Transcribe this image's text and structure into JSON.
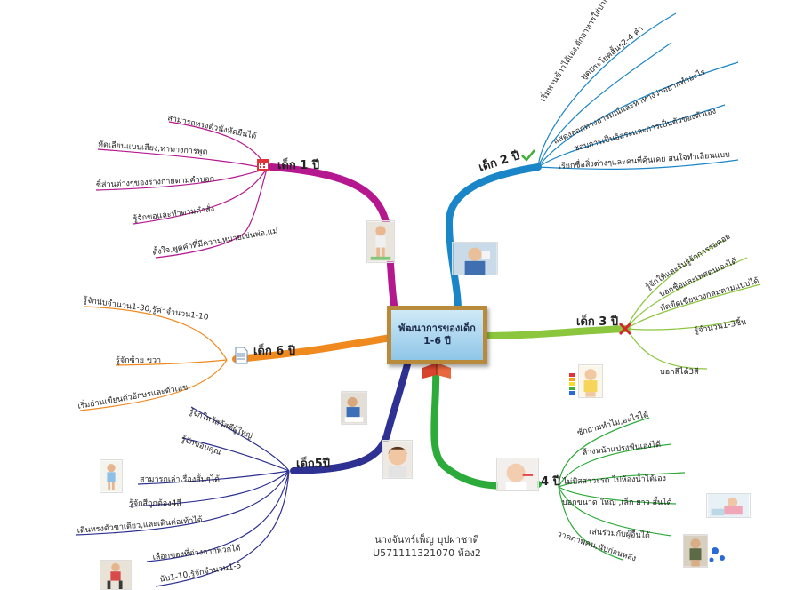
{
  "center": {
    "line1": "พัฒนาการของเด็ก",
    "line2": "1-6 ปี"
  },
  "author": {
    "name": "นางจันทร์เพ็ญ บุปผาชาติ",
    "id": "U571111321070 ห้อง2"
  },
  "branches": {
    "age1": {
      "title": "เด็ก 1 ปี",
      "color": "#b5178f",
      "items": [
        "สามารถทรงตัวนั่งหัดยืนได้",
        "หัดเลียนแบบเสียง,ท่าทางการพูด",
        "ชี้ส่วนต่างๆของร่างกายตามคำบอก",
        "รู้จักขอและทำตามคำสั่ง",
        "ตั้งใจ,พูดคำที่มีความหมายเช่นพ่อ,แม่"
      ]
    },
    "age2": {
      "title": "เด็ก 2 ปี",
      "color": "#1a86c7",
      "items": [
        "เริ่มทานข้าวได้เอง,ตักอาหารใส่ปากได้เอง",
        "พูดประโยคสั้นๆ2-4 คำ",
        "แสดงออกทางอารมณ์และท่าทางว่าอยากทำอะไร",
        "ชอบการเป็นอิสระและการเป็นตัวของตัวเอง",
        "เรียกชื่อสิ่งต่างๆและคนที่คุ้นเคย สนใจทำเลียนแบบ"
      ]
    },
    "age3": {
      "title": "เด็ก 3 ปี",
      "color": "#8cc63e",
      "items": [
        "รู้จักให้และรับรู้จักการรอคอย",
        "บอกชื่อและเพศตนเองได้",
        "หัดขีดเขียนวงกลมตามแบบได้",
        "รู้จำนวน1-3ชิ้น",
        "บอกสีได้3สี"
      ]
    },
    "age4": {
      "title": "4 ปี",
      "color": "#2dab3a",
      "items": [
        "ซักถามทำไม,อะไรได้",
        "ล้างหน้าแปรงฟันเองได้",
        "ไม่ปัสสาวะรด ไปห้องน้ำได้เอง",
        "บอกขนาด ใหญ่ ,เล็ก ยาว สั้นได้",
        "เล่นร่วมกับผู้อื่นได้",
        "วาดภาพคน,นับก่อนหลัง"
      ]
    },
    "age5": {
      "title": "เด็ก5ปี",
      "color": "#2e3191",
      "items": [
        "รู้จักใหว้สวัสดีผู้ใหญ่",
        "รู้จักขอบคุณ",
        "สามารถเล่าเรื่องสั้นๆได้",
        "รู้จักสีถูกต้อง4สี",
        "เดินทรงตัวขาเดียว,และเดินต่อเท้าได้",
        "เลือกของที่ต่างจากพวกได้",
        "นับ1-10,รู้จักจำนวน1-5"
      ]
    },
    "age6": {
      "title": "เด็ก 6 ปี",
      "color": "#f08a1f",
      "items": [
        "รู้จักนับจำนวน1-30,รู้ค่าจำนวน1-10",
        "รู้จักซ้าย ขวา",
        "เริ่มอ่านเขียนตัวอักษรและตัวเลข"
      ]
    }
  }
}
